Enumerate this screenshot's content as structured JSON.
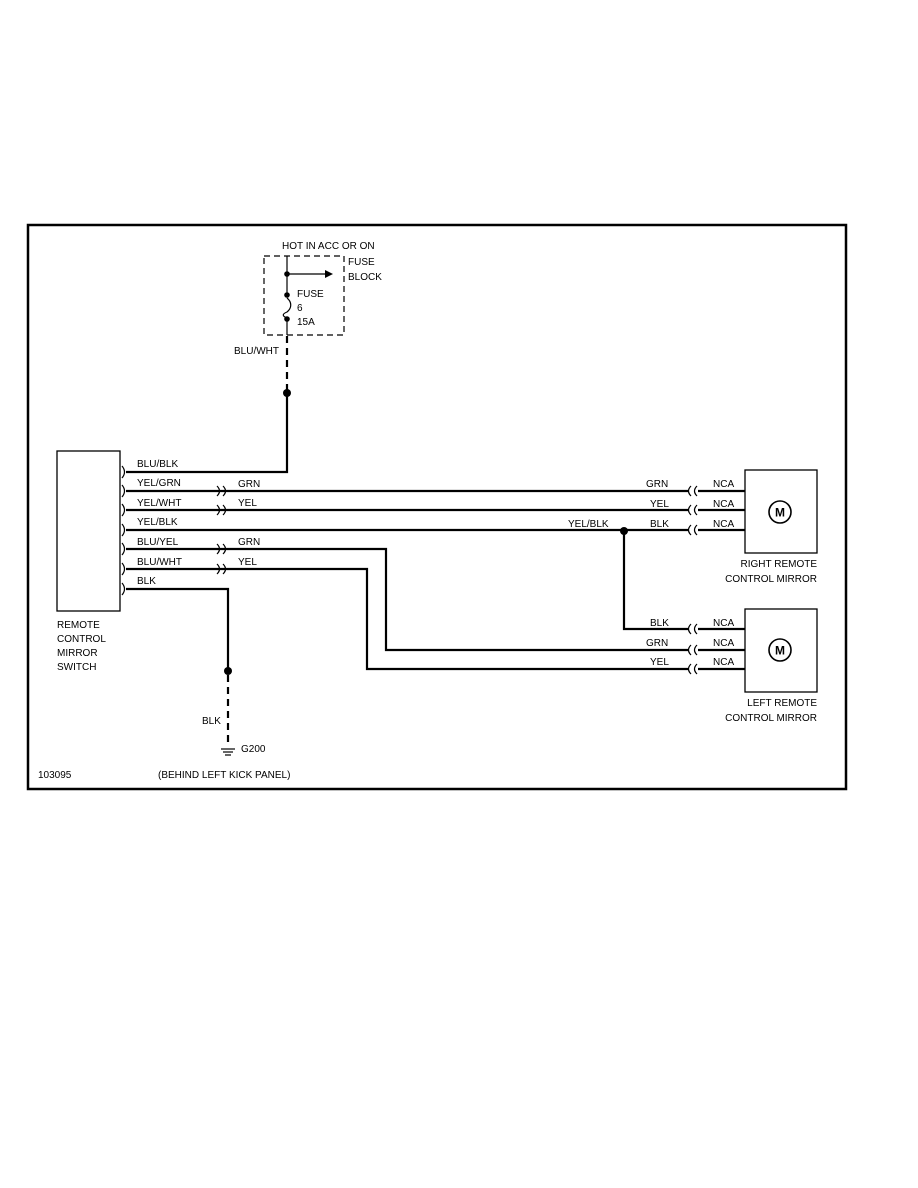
{
  "fuse": {
    "hot_label": "HOT IN ACC OR ON",
    "block_label_1": "FUSE",
    "block_label_2": "BLOCK",
    "fuse_label": "FUSE",
    "fuse_number": "6",
    "fuse_rating": "15A",
    "feed_wire": "BLU/WHT"
  },
  "switch": {
    "name_lines": [
      "REMOTE",
      "CONTROL",
      "MIRROR",
      "SWITCH"
    ],
    "pin_wires": [
      "BLU/BLK",
      "YEL/GRN",
      "YEL/WHT",
      "YEL/BLK",
      "BLU/YEL",
      "BLU/WHT",
      "BLK"
    ],
    "inline_colors": [
      "GRN",
      "YEL",
      "GRN",
      "YEL"
    ]
  },
  "right_mirror": {
    "wires": [
      "GRN",
      "YEL",
      "BLK"
    ],
    "splice_wire": "YEL/BLK",
    "connector": "NCA",
    "motor": "M",
    "label_1": "RIGHT REMOTE",
    "label_2": "CONTROL MIRROR"
  },
  "left_mirror": {
    "wires": [
      "BLK",
      "GRN",
      "YEL"
    ],
    "connector": "NCA",
    "motor": "M",
    "label_1": "LEFT REMOTE",
    "label_2": "CONTROL MIRROR"
  },
  "ground": {
    "wire": "BLK",
    "id": "G200",
    "location": "(BEHIND LEFT KICK PANEL)"
  },
  "figure_id": "103095"
}
